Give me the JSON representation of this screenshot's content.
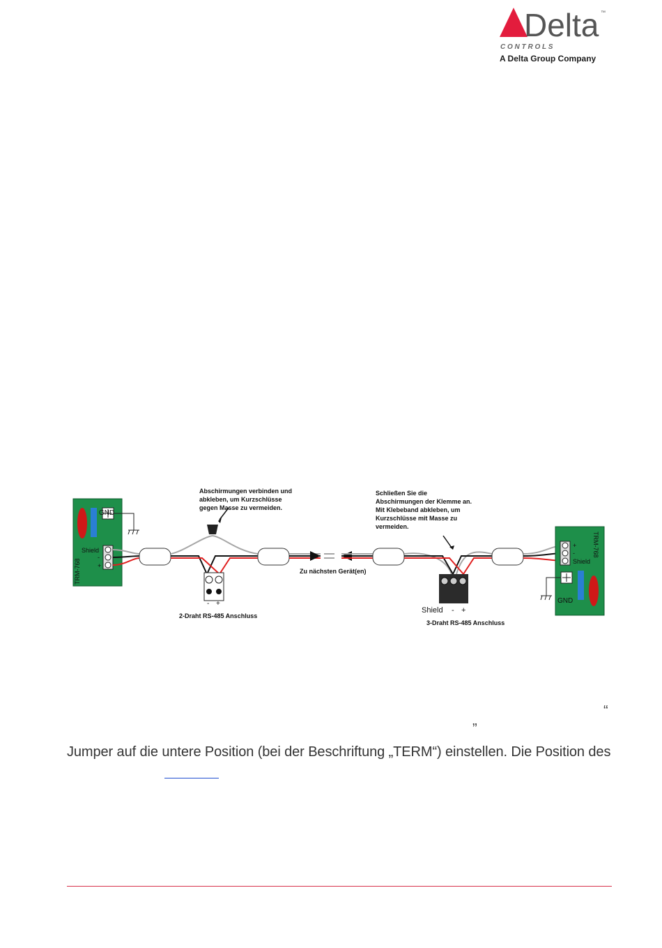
{
  "header": {
    "logo_wordmark": "Delta",
    "logo_subtext": "C O N T R O L S",
    "logo_tm": "™",
    "tagline": "A Delta Group Company",
    "accent_color": "#e31c3d"
  },
  "diagram": {
    "left_device": {
      "model": "TRM-768",
      "gnd": "GND",
      "shield": "Shield",
      "minus": "-",
      "plus": "+"
    },
    "right_device": {
      "model": "TRM-768",
      "gnd": "GND",
      "shield": "Shield",
      "plus": "+",
      "minus": "-"
    },
    "note_left": [
      "Abschirmungen verbinden und",
      "abkleben, um Kurzschlüsse",
      "gegen Masse zu vermeiden."
    ],
    "note_right": [
      "Schließen Sie die",
      "Abschirmungen der Klemme an.",
      "Mit Klebeband abkleben, um",
      "Kurzschlüsse mit Masse zu",
      "vermeiden."
    ],
    "to_next": "Zu nächsten Gerät(en)",
    "conn2_label": "2-Draht RS-485 Anschluss",
    "conn2_minus": "-",
    "conn2_plus": "+",
    "conn3_label": "3-Draht RS-485 Anschluss",
    "conn3_shield": "Shield",
    "conn3_minus": "-",
    "conn3_plus": "+",
    "colors": {
      "board": "#1e8f4a",
      "red_wire": "#e02020",
      "shield_wire": "#a6a6a6"
    }
  },
  "body": {
    "quote_right": "“",
    "quote_mid": "„",
    "line": "Jumper auf die untere Position (bei der Beschriftung „TERM“) einstellen. Die Position des"
  },
  "footer": {
    "rule_color": "#d8314a"
  }
}
